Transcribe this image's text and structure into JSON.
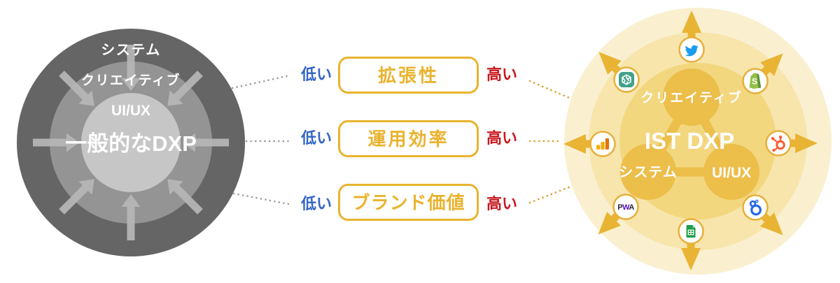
{
  "left_diagram": {
    "type": "inward-pressure-circles",
    "center_label": "一般的なDXP",
    "ring_labels": {
      "outer": "システム",
      "middle": "クリエイティブ",
      "inner": "UI/UX"
    },
    "colors": {
      "outer": "#656565",
      "middle": "#949494",
      "inner": "#C6C6C6",
      "arrow": "#B7B7B7",
      "text": "#FFFFFF",
      "dots": "#9C9C9C"
    }
  },
  "comparisons": [
    {
      "metric": "拡張性",
      "left_label": "低い",
      "right_label": "高い"
    },
    {
      "metric": "運用効率",
      "left_label": "低い",
      "right_label": "高い"
    },
    {
      "metric": "ブランド価値",
      "left_label": "低い",
      "right_label": "高い"
    }
  ],
  "comparison_colors": {
    "low": "#3365C4",
    "high": "#C9171E",
    "box_border": "#E9B32F",
    "box_text": "#E9B32F"
  },
  "right_diagram": {
    "type": "outward-growth-circles",
    "center_label": "IST DXP",
    "node_labels": {
      "top": "クリエイティブ",
      "bottom_left": "システム",
      "bottom_right": "UI/UX"
    },
    "colors": {
      "ring_outer": "#FAF0D0",
      "ring_middle": "#F7E5AC",
      "ring_inner": "#F2D77F",
      "node": "#ECBE4A",
      "arrow": "#E9B434",
      "badge_ring": "#E7B03A",
      "text": "#FFFFFF",
      "dots": "#D4A02C"
    },
    "icons": [
      {
        "name": "twitter-icon",
        "color": "#1D9BF0"
      },
      {
        "name": "shopify-icon",
        "color": "#95BF47"
      },
      {
        "name": "hubspot-icon",
        "color": "#FF5C35"
      },
      {
        "name": "blue-bubbles-icon",
        "color": "#2569E6"
      },
      {
        "name": "google-sheets-icon",
        "color": "#1E9E4A"
      },
      {
        "name": "pwa-icon",
        "color": "#5A0FC8"
      },
      {
        "name": "google-analytics-icon",
        "color": "#E37400"
      },
      {
        "name": "openai-icon",
        "color": "#43A189"
      }
    ],
    "icon_glyphs": {
      "shopify_s": "S",
      "pwa_p": "P",
      "pwa_w": "W",
      "pwa_a": "A"
    }
  }
}
